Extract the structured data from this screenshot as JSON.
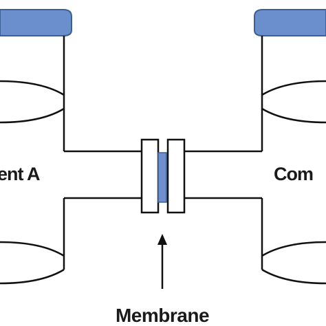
{
  "figure": {
    "left_compartment_label": "ent A",
    "right_compartment_label": "Com",
    "membrane_label": "Membrane"
  },
  "colors": {
    "lid": "#6a8fcc",
    "lid_stroke": "#3d5f94",
    "membrane": "#6f8fcf",
    "line": "#111111",
    "background": "#ffffff"
  }
}
